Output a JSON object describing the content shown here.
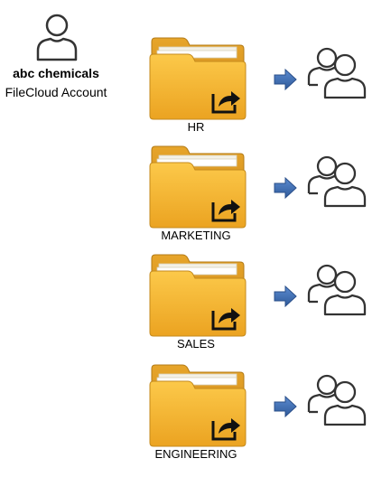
{
  "account": {
    "name": "abc chemicals",
    "subtitle": "FileCloud Account",
    "icon": "user-icon"
  },
  "folders": [
    {
      "label": "HR",
      "icon": "shared-folder-icon",
      "group_icon": "user-group-icon"
    },
    {
      "label": "MARKETING",
      "icon": "shared-folder-icon",
      "group_icon": "user-group-icon"
    },
    {
      "label": "SALES",
      "icon": "shared-folder-icon",
      "group_icon": "user-group-icon"
    },
    {
      "label": "ENGINEERING",
      "icon": "shared-folder-icon",
      "group_icon": "user-group-icon"
    }
  ],
  "colors": {
    "folder_fill": "#f5b62e",
    "folder_dark": "#d4901a",
    "arrow": "#3f6fb0",
    "outline": "#333333"
  }
}
